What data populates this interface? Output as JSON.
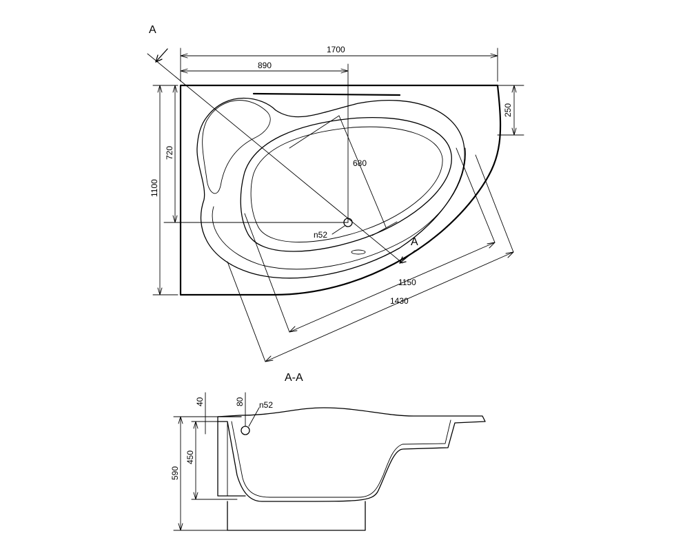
{
  "plan": {
    "section_mark_top": "A",
    "section_mark_right": "A",
    "dim_total_length": "1700",
    "dim_inner_length": "890",
    "dim_side_depth": "250",
    "dim_total_width": "1100",
    "dim_inner_width": "720",
    "dim_basin_width": "680",
    "dim_basin_length": "1150",
    "dim_outer_length": "1430",
    "drain_label": "n52"
  },
  "section": {
    "title": "A-A",
    "dim_rim": "40",
    "dim_drain_offset": "80",
    "drain_label": "n52",
    "dim_depth": "450",
    "dim_total_height": "590"
  }
}
